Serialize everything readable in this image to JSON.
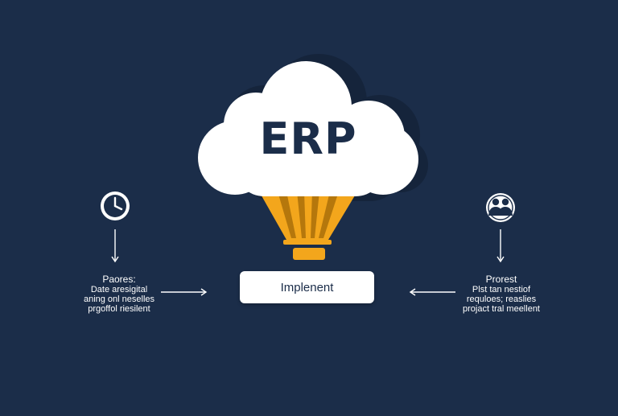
{
  "diagram": {
    "center": {
      "title": "ERP",
      "action_label": "Implenent"
    },
    "left": {
      "icon": "clock-icon",
      "title": "Paores:",
      "lines": [
        "Date aresigital",
        "aning onl neselles",
        "prgoffol riesilent"
      ]
    },
    "right": {
      "icon": "people-icon",
      "title": "Prorest",
      "lines": [
        "Plst tan nestiof",
        "requloes; reaslies",
        "projact tral meellent"
      ]
    },
    "colors": {
      "background": "#1b2d49",
      "cloud": "#ffffff",
      "balloon": "#f3a61c",
      "balloon_dark": "#b5770c",
      "text_dark": "#1b2d49",
      "text_light": "#ffffff"
    }
  }
}
